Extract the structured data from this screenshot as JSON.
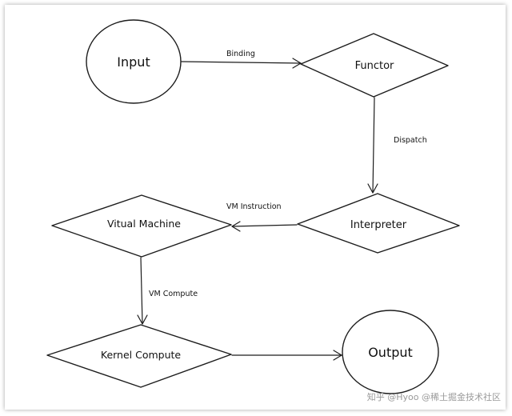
{
  "nodes": {
    "input": "Input",
    "functor": "Functor",
    "interpreter": "Interpreter",
    "virtual_machine": "Vitual Machine",
    "kernel_compute": "Kernel Compute",
    "output": "Output"
  },
  "edges": {
    "binding": "Binding",
    "dispatch": "Dispatch",
    "vm_instruction": "VM Instruction",
    "vm_compute": "VM Compute"
  },
  "watermark": "知乎 @Hyoo  @稀土掘金技术社区"
}
